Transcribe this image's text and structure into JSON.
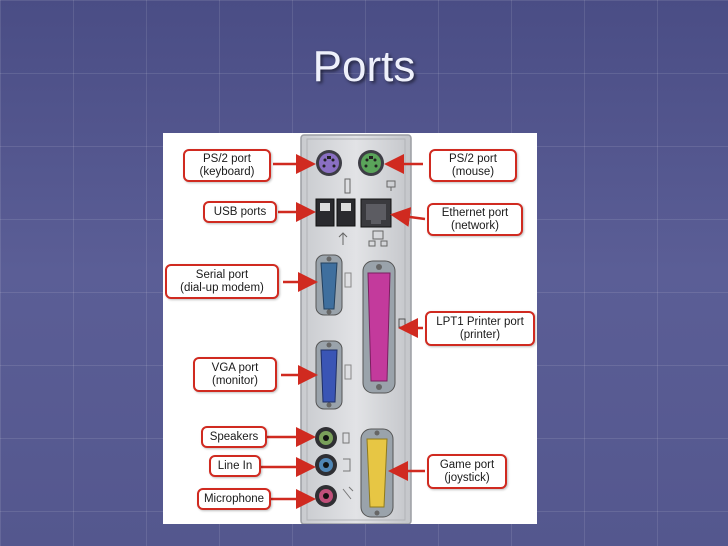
{
  "slide": {
    "title": "Ports"
  },
  "labels": {
    "ps2_keyboard": {
      "line1": "PS/2 port",
      "line2": "(keyboard)"
    },
    "ps2_mouse": {
      "line1": "PS/2 port",
      "line2": "(mouse)"
    },
    "usb": {
      "line1": "USB ports"
    },
    "ethernet": {
      "line1": "Ethernet port",
      "line2": "(network)"
    },
    "serial": {
      "line1": "Serial port",
      "line2": "(dial-up modem)"
    },
    "lpt1": {
      "line1": "LPT1 Printer port",
      "line2": "(printer)"
    },
    "vga": {
      "line1": "VGA port",
      "line2": "(monitor)"
    },
    "speakers": {
      "line1": "Speakers"
    },
    "line_in": {
      "line1": "Line In"
    },
    "microphone": {
      "line1": "Microphone"
    },
    "game": {
      "line1": "Game port",
      "line2": "(joystick)"
    }
  },
  "colors": {
    "label_border": "#d02a20",
    "keyboard_port": "#8a6fc2",
    "mouse_port": "#5aa45a",
    "serial_port": "#3f6f9e",
    "vga_port": "#3a55b5",
    "printer_port": "#c33a9c",
    "game_port": "#e7c644",
    "speaker_jack": "#7aa05a",
    "linein_jack": "#4f86b5",
    "mic_jack": "#c04f7a"
  }
}
